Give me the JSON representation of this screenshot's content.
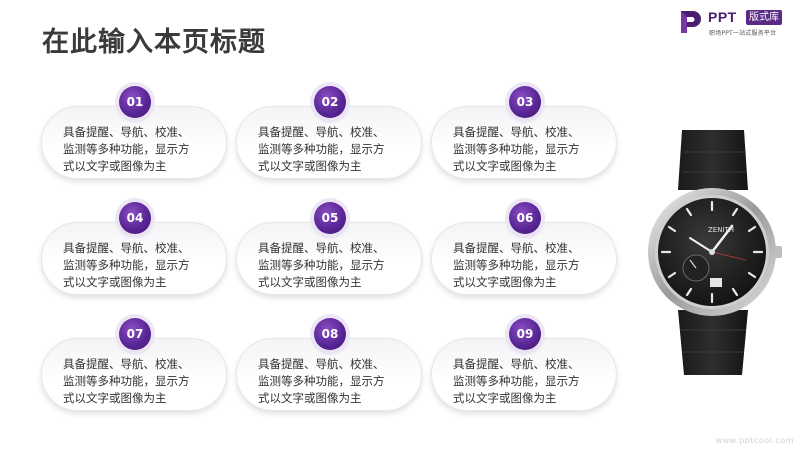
{
  "page": {
    "title": "在此输入本页标题"
  },
  "logo": {
    "brand": "PPT",
    "badge": "版式库",
    "tagline": "职场PPT一站式服务平台"
  },
  "footer": {
    "url": "www.pptcool.com"
  },
  "colors": {
    "accent_purple": "#5a2696",
    "title_gray": "#3a3a3a"
  },
  "cards": [
    {
      "number": "01",
      "lines": [
        "具备提醒、导航、校准、",
        "监测等多种功能，显示方",
        "式以文字或图像为主"
      ]
    },
    {
      "number": "02",
      "lines": [
        "具备提醒、导航、校准、",
        "监测等多种功能，显示方",
        "式以文字或图像为主"
      ]
    },
    {
      "number": "03",
      "lines": [
        "具备提醒、导航、校准、",
        "监测等多种功能，显示方",
        "式以文字或图像为主"
      ]
    },
    {
      "number": "04",
      "lines": [
        "具备提醒、导航、校准、",
        "监测等多种功能，显示方",
        "式以文字或图像为主"
      ]
    },
    {
      "number": "05",
      "lines": [
        "具备提醒、导航、校准、",
        "监测等多种功能，显示方",
        "式以文字或图像为主"
      ]
    },
    {
      "number": "06",
      "lines": [
        "具备提醒、导航、校准、",
        "监测等多种功能，显示方",
        "式以文字或图像为主"
      ]
    },
    {
      "number": "07",
      "lines": [
        "具备提醒、导航、校准、",
        "监测等多种功能，显示方",
        "式以文字或图像为主"
      ]
    },
    {
      "number": "08",
      "lines": [
        "具备提醒、导航、校准、",
        "监测等多种功能，显示方",
        "式以文字或图像为主"
      ]
    },
    {
      "number": "09",
      "lines": [
        "具备提醒、导航、校准、",
        "监测等多种功能，显示方",
        "式以文字或图像为主"
      ]
    }
  ],
  "watch": {
    "dial_brand": "ZENITH",
    "icon": "wristwatch-icon"
  }
}
